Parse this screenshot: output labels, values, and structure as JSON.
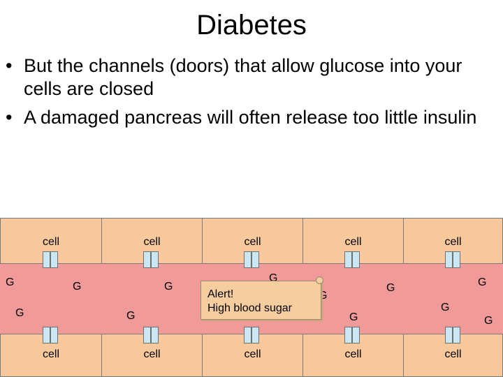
{
  "title": "Diabetes",
  "bullets": [
    "But the channels (doors) that allow glucose into your cells are closed",
    "A damaged pancreas will often release too little insulin"
  ],
  "bullet_symbol": "•",
  "cell_label": "cell",
  "glucose_label": "G",
  "alert": {
    "line1": "Alert!",
    "line2": "High blood sugar"
  },
  "colors": {
    "cell_fill": "#f7c89b",
    "vessel_fill": "#f09a9a",
    "channel_fill": "#cbe7f4",
    "note_fill": "#f6cd9f"
  }
}
